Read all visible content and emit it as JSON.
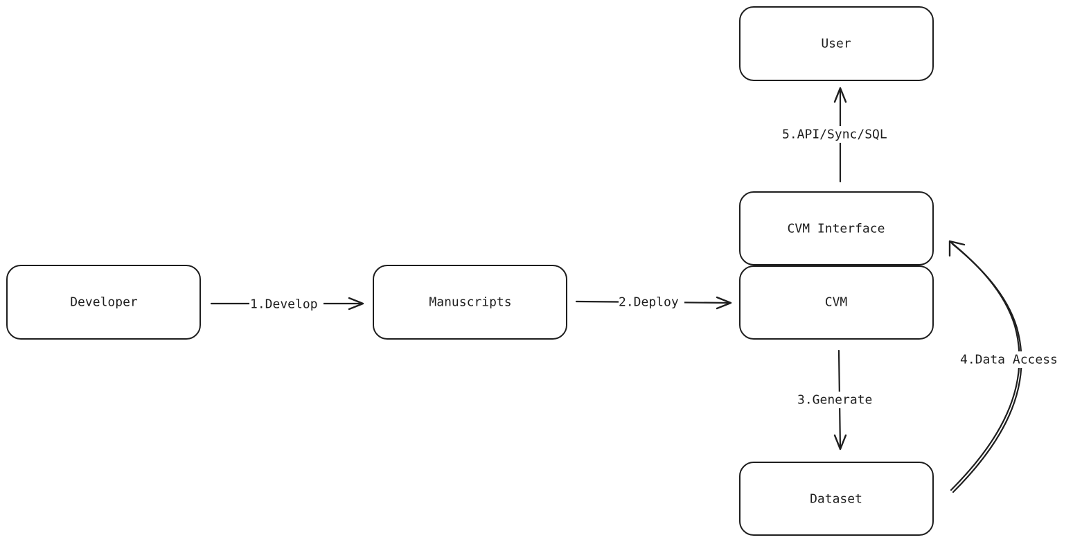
{
  "diagram": {
    "nodes": {
      "developer": "Developer",
      "manuscripts": "Manuscripts",
      "cvm": "CVM",
      "cvm_interface": "CVM Interface",
      "user": "User",
      "dataset": "Dataset"
    },
    "edges": {
      "develop": "1.Develop",
      "deploy": "2.Deploy",
      "generate": "3.Generate",
      "data_access": "4.Data Access",
      "api_sync_sql": "5.API/Sync/SQL"
    }
  }
}
